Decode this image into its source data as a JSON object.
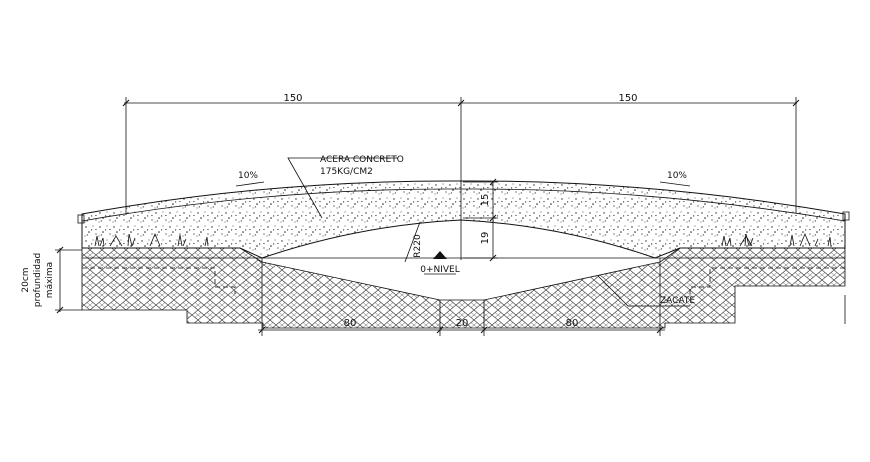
{
  "dimensions": {
    "left_span": "150",
    "right_span": "150",
    "thickness": "15",
    "height": "19",
    "radius": "R220",
    "bottom_left": "80",
    "bottom_center": "20",
    "bottom_right": "80"
  },
  "labels": {
    "slope_left": "10%",
    "slope_right": "10%",
    "material_line1": "ACERA CONCRETO",
    "material_line2": "175KG/CM2",
    "level": "0+NIVEL",
    "grass": "ZACATE",
    "depth_line1": "20cm",
    "depth_line2": "profundidad",
    "depth_line3": "máxima"
  }
}
